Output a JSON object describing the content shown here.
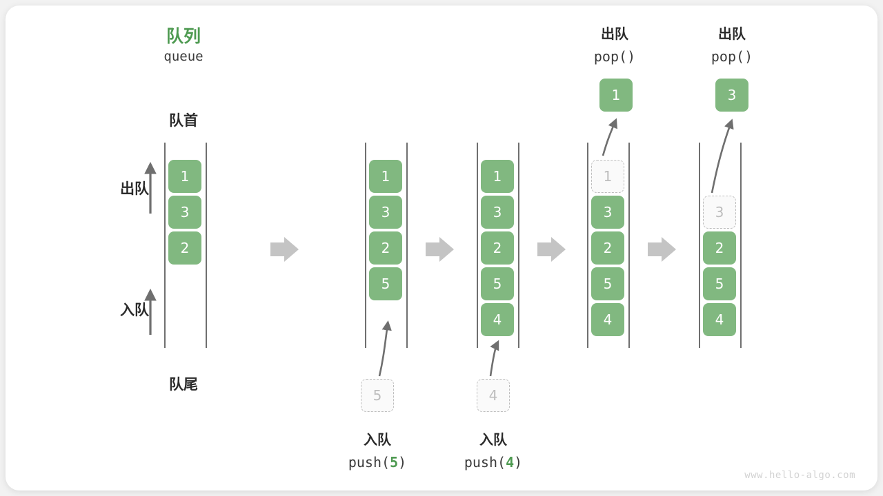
{
  "diagram": {
    "title_cn": "队列",
    "title_en": "queue",
    "front_label": "队首",
    "rear_label": "队尾",
    "dequeue_label": "出队",
    "enqueue_label": "入队",
    "watermark": "www.hello-algo.com",
    "colors": {
      "accent_green": "#4e9a51",
      "cell_green": "#81b880",
      "ghost_gray": "#bdbdbd",
      "arrow_gray": "#6f6f6f",
      "step_arrow_gray": "#c4c4c4",
      "card_white": "#ffffff",
      "page_gray": "#f2f2f2"
    },
    "states": [
      {
        "id": "state-1",
        "cells": [
          {
            "value": "1",
            "ghost": false
          },
          {
            "value": "3",
            "ghost": false
          },
          {
            "value": "2",
            "ghost": false
          }
        ]
      },
      {
        "id": "state-2",
        "cells": [
          {
            "value": "1",
            "ghost": false
          },
          {
            "value": "3",
            "ghost": false
          },
          {
            "value": "2",
            "ghost": false
          },
          {
            "value": "5",
            "ghost": false
          }
        ]
      },
      {
        "id": "state-3",
        "cells": [
          {
            "value": "1",
            "ghost": false
          },
          {
            "value": "3",
            "ghost": false
          },
          {
            "value": "2",
            "ghost": false
          },
          {
            "value": "5",
            "ghost": false
          },
          {
            "value": "4",
            "ghost": false
          }
        ]
      },
      {
        "id": "state-4",
        "cells": [
          {
            "value": "1",
            "ghost": true
          },
          {
            "value": "3",
            "ghost": false
          },
          {
            "value": "2",
            "ghost": false
          },
          {
            "value": "5",
            "ghost": false
          },
          {
            "value": "4",
            "ghost": false
          }
        ]
      },
      {
        "id": "state-5",
        "cells": [
          {
            "value": "",
            "ghost": false,
            "hidden": true
          },
          {
            "value": "3",
            "ghost": true
          },
          {
            "value": "2",
            "ghost": false
          },
          {
            "value": "5",
            "ghost": false
          },
          {
            "value": "4",
            "ghost": false
          }
        ]
      }
    ],
    "operations": [
      {
        "id": "push-5",
        "kind": "enqueue",
        "label_cn": "入队",
        "code_prefix": "push(",
        "code_value": "5",
        "code_suffix": ")",
        "floating_value": "5"
      },
      {
        "id": "push-4",
        "kind": "enqueue",
        "label_cn": "入队",
        "code_prefix": "push(",
        "code_value": "4",
        "code_suffix": ")",
        "floating_value": "4"
      },
      {
        "id": "pop-1",
        "kind": "dequeue",
        "label_cn": "出队",
        "code_prefix": "pop(",
        "code_value": "",
        "code_suffix": ")",
        "floating_value": "1"
      },
      {
        "id": "pop-3",
        "kind": "dequeue",
        "label_cn": "出队",
        "code_prefix": "pop(",
        "code_value": "",
        "code_suffix": ")",
        "floating_value": "3"
      }
    ]
  }
}
